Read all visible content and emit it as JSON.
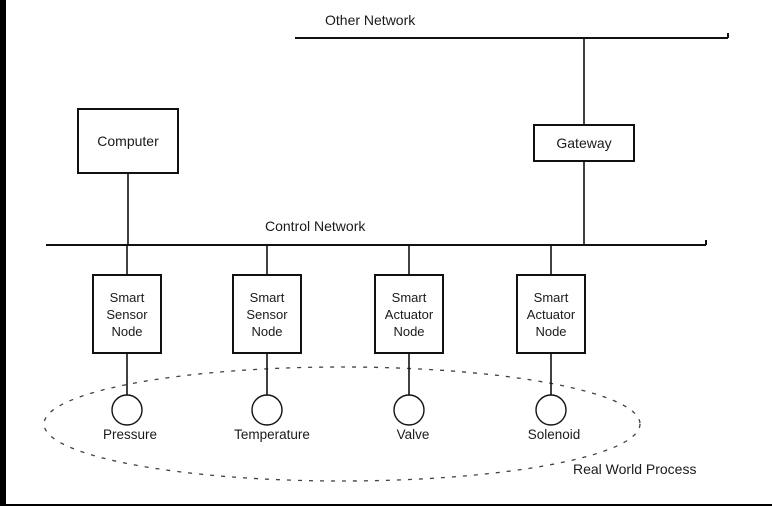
{
  "networks": {
    "other_label": "Other Network",
    "control_label": "Control Network"
  },
  "nodes": {
    "computer_label": "Computer",
    "gateway_label": "Gateway"
  },
  "node_boxes": [
    {
      "label": "Smart\nSensor\nNode"
    },
    {
      "label": "Smart\nSensor\nNode"
    },
    {
      "label": "Smart\nActuator\nNode"
    },
    {
      "label": "Smart\nActuator\nNode"
    }
  ],
  "process": {
    "region_label": "Real World Process",
    "device_labels": [
      "Pressure",
      "Temperature",
      "Valve",
      "Solenoid"
    ]
  },
  "colors": {
    "line": "#111111",
    "dashed_outline": "#404040",
    "background": "#ffffff",
    "edge_bar": "#000000"
  }
}
